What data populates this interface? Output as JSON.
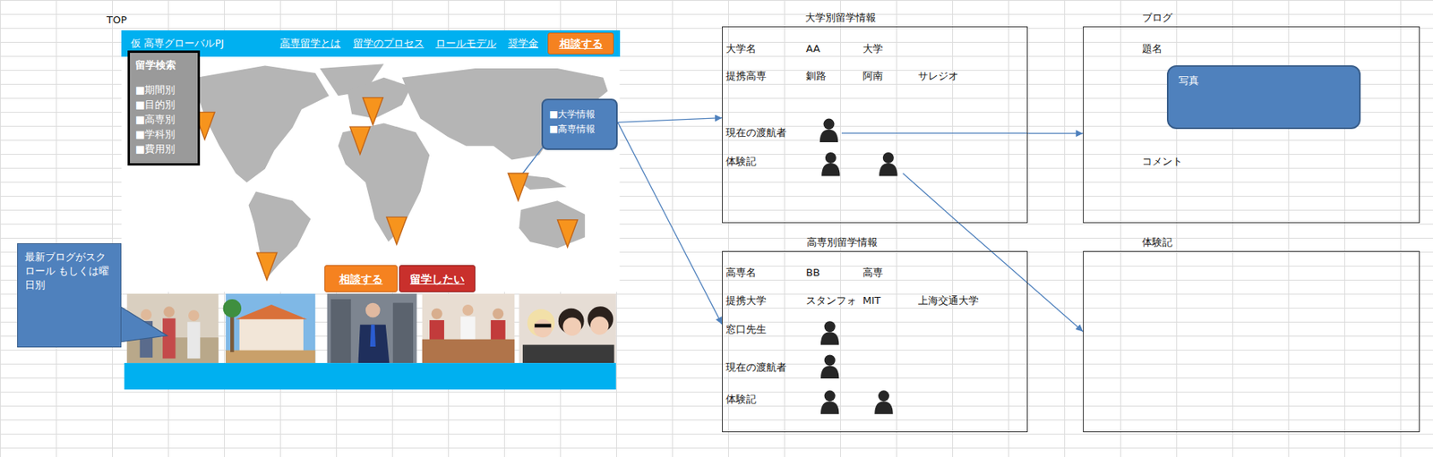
{
  "diagram": {
    "nodes": [
      {
        "text": [
          "TOP"
        ]
      },
      {
        "text": [
          "仮 高専グローバルPJ",
          "高専留学とは",
          "留学のプロセス",
          "ロールモデル",
          "奨学金"
        ],
        "in": 0
      },
      {
        "text": [
          "相談する"
        ],
        "in": 1
      },
      {
        "text": [
          "留学検索",
          "■期間別",
          "■目的別",
          "■高専別",
          "■学科別",
          "■費用別"
        ],
        "in": 0
      },
      {
        "text": [
          "■大学情報",
          "■高専情報"
        ],
        "in": 0
      },
      {
        "text": [
          "相談する"
        ],
        "in": 0
      },
      {
        "text": [
          "留学したい"
        ],
        "in": 0
      },
      {
        "text": [
          "最新ブログがスクロール もしくは曜日別"
        ]
      },
      {
        "text": [
          "大学別留学情報",
          "大学名",
          "AA",
          "大学",
          "提携高専",
          "釧路",
          "阿南",
          "サレジオ",
          "現在の渡航者",
          "体験記"
        ]
      },
      {
        "text": [
          "高専別留学情報",
          "高専名",
          "BB",
          "高専",
          "提携大学",
          "スタンフォ",
          "MIT",
          "上海交通大学",
          "窓口先生",
          "現在の渡航者",
          "体験記"
        ]
      },
      {
        "text": [
          "ブログ",
          "題名",
          "コメント"
        ]
      },
      {
        "text": [
          "写真"
        ],
        "in": 10
      },
      {
        "text": [
          "体験記"
        ]
      }
    ],
    "edges": [
      {
        "from": 4,
        "to": 8,
        "arrow": "to"
      },
      {
        "from": 4,
        "to": 9,
        "arrow": "to"
      },
      {
        "from": 8,
        "to": 10,
        "arrow": "to"
      },
      {
        "from": 8,
        "to": 12,
        "arrow": "to"
      }
    ]
  }
}
